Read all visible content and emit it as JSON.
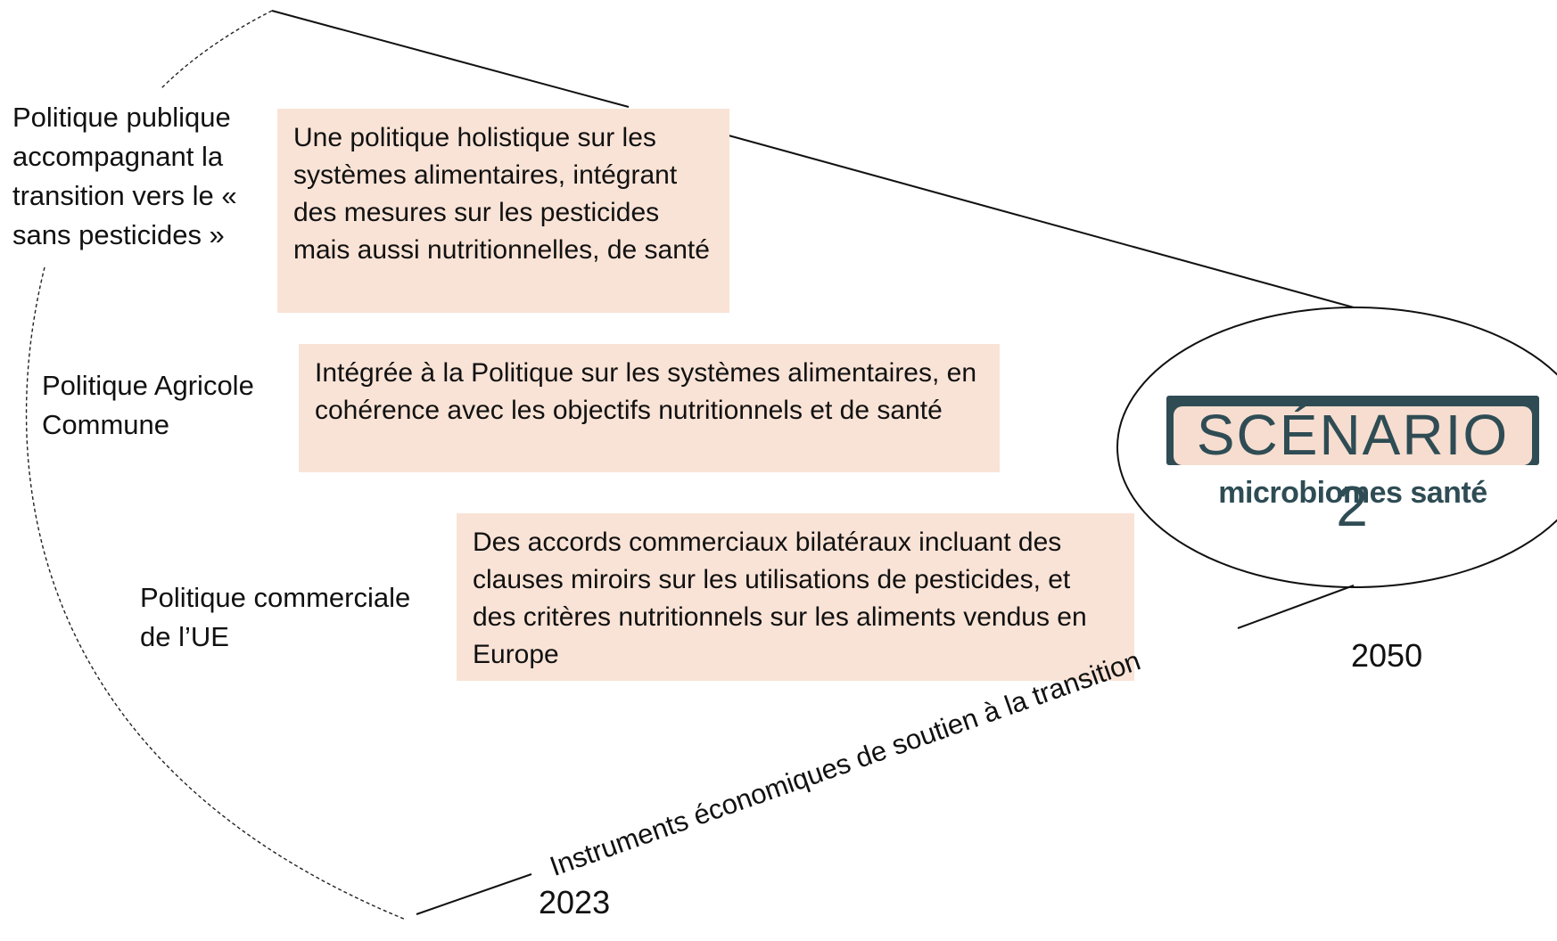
{
  "labels": {
    "politique_publique": "Politique publique accompagnant la transition vers le « sans pesticides »",
    "pac": "Politique Agricole Commune",
    "commerciale": "Politique commerciale de l’UE"
  },
  "boxes": {
    "holistique": "Une politique holistique sur les systèmes alimentaires, intégrant des mesures sur les pesticides mais aussi nutritionnelles, de santé",
    "pac": "Intégrée à la Politique sur les systèmes alimentaires, en cohérence avec les objectifs nutritionnels et de santé",
    "commerciale": "Des accords commerciaux bilatéraux incluant des clauses miroirs sur les utilisations de pesticides, et des critères nutritionnels sur les aliments vendus en Europe"
  },
  "axis": {
    "instruments": "Instruments économiques de soutien à la transition",
    "year_start": "2023",
    "year_end": "2050"
  },
  "logo": {
    "title": "SCÉNARIO 2",
    "subtitle": "microbiomes santé",
    "colors": {
      "dark": "#2f4c54",
      "band": "#f6ddd0"
    }
  },
  "colors": {
    "box_fill": "#f9e3d6"
  }
}
